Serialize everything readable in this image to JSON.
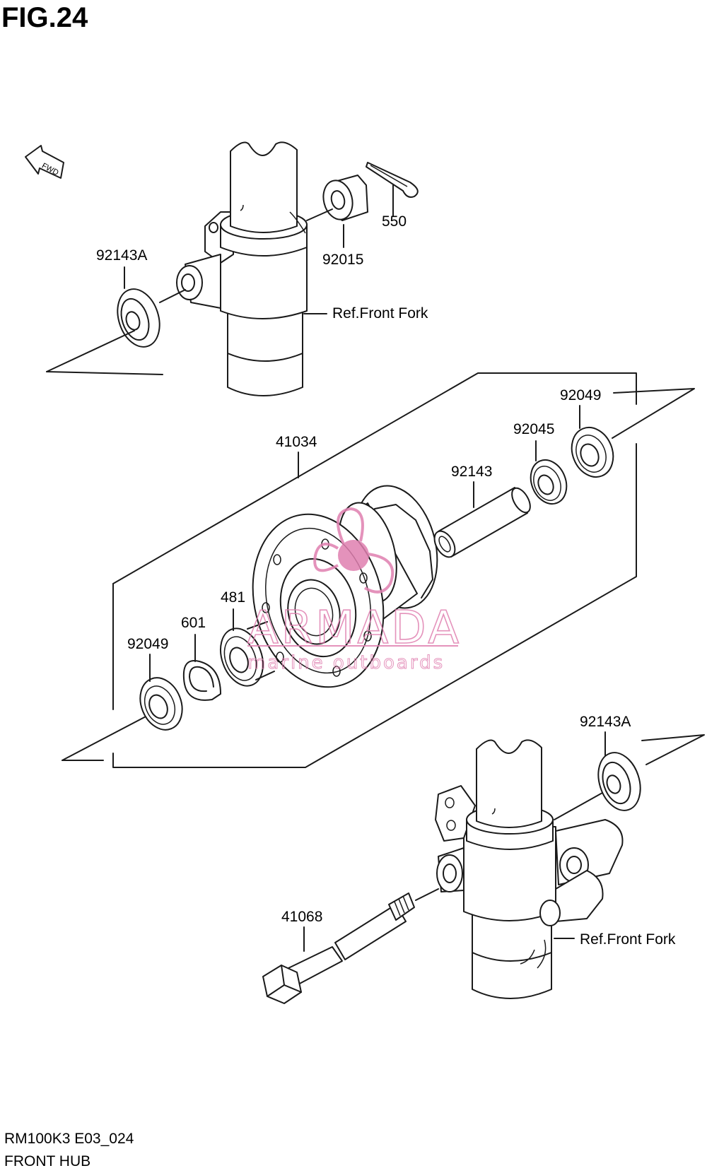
{
  "figure": {
    "title": "FIG.24"
  },
  "fwd_marker": {
    "text": "FWD",
    "icon": "fwd-arrow-icon"
  },
  "parts": [
    {
      "id": "label-550",
      "number": "550"
    },
    {
      "id": "label-92015",
      "number": "92015"
    },
    {
      "id": "label-92143a-top",
      "number": "92143A"
    },
    {
      "id": "label-ref-front-fork-top",
      "number": "Ref.Front Fork"
    },
    {
      "id": "label-92049-right",
      "number": "92049"
    },
    {
      "id": "label-92045",
      "number": "92045"
    },
    {
      "id": "label-41034",
      "number": "41034"
    },
    {
      "id": "label-92143",
      "number": "92143"
    },
    {
      "id": "label-481",
      "number": "481"
    },
    {
      "id": "label-601",
      "number": "601"
    },
    {
      "id": "label-92049-left",
      "number": "92049"
    },
    {
      "id": "label-92143a-bottom",
      "number": "92143A"
    },
    {
      "id": "label-41068",
      "number": "41068"
    },
    {
      "id": "label-ref-front-fork-bottom",
      "number": "Ref.Front Fork"
    }
  ],
  "watermark": {
    "brand": "ARMADA",
    "tagline": "marine outboards",
    "color": "#e07fb0"
  },
  "footer": {
    "code": "RM100K3 E03_024",
    "section": "FRONT HUB"
  }
}
